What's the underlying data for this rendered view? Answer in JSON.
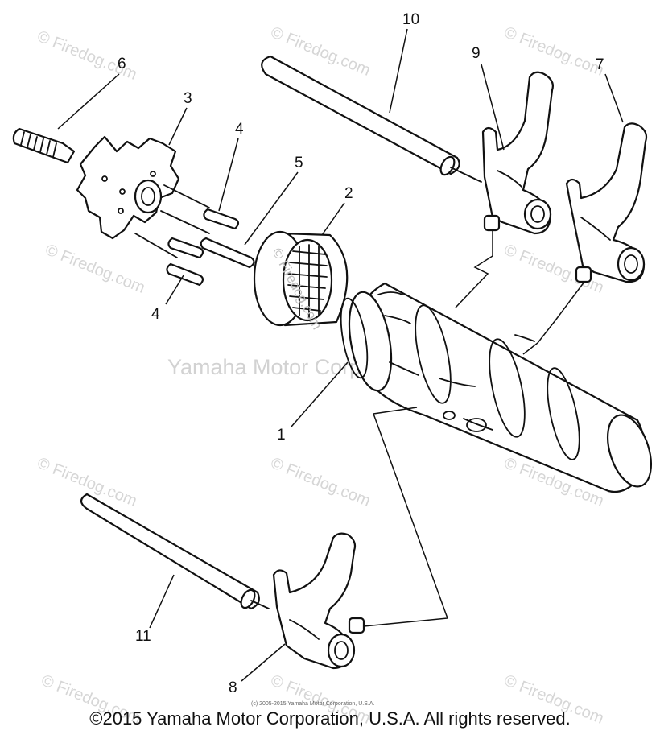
{
  "callouts": {
    "c1": "1",
    "c2": "2",
    "c3": "3",
    "c4a": "4",
    "c4b": "4",
    "c5": "5",
    "c6": "6",
    "c7": "7",
    "c8": "8",
    "c9": "9",
    "c10": "10",
    "c11": "11"
  },
  "watermarks": {
    "repeat": "© Firedog.com",
    "center": "Yamaha Motor Corp., U.S.A.",
    "on_drum_ring": "© Firedog.com"
  },
  "fine_print": "(c) 2005-2015 Yamaha Motor Corporation, U.S.A.",
  "footer": "©2015 Yamaha Motor Corporation, U.S.A. All rights reserved."
}
